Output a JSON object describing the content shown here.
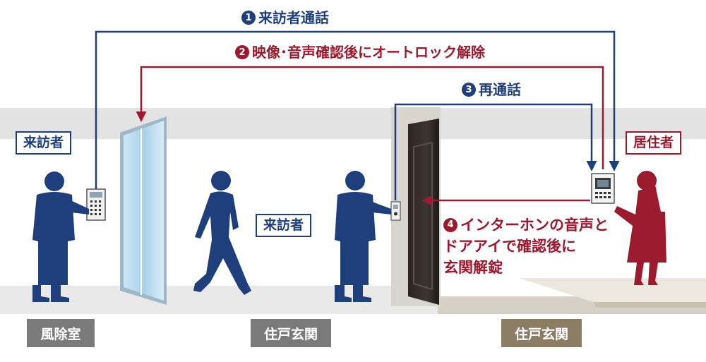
{
  "steps": {
    "step1": {
      "num": "1",
      "text": "来訪者通話"
    },
    "step2": {
      "num": "2",
      "text": "映像･音声確認後にオートロック解除"
    },
    "step3": {
      "num": "3",
      "text": "再通話"
    },
    "step4": {
      "num": "4",
      "lines": [
        "インターホンの音声と",
        "ドアアイで確認後に",
        "玄関解錠"
      ]
    }
  },
  "roles": {
    "visitor_lobby": "来訪者",
    "visitor_door": "来訪者",
    "resident": "居住者"
  },
  "areas": {
    "vestibule": "風除室",
    "entrance_common": "住戸玄関",
    "entrance_unit": "住戸玄関"
  },
  "colors": {
    "blue": "#1f3e7c",
    "red": "#9c1a2e",
    "label_gray": "#7a7a7a",
    "label_brown": "#8a7d64"
  }
}
